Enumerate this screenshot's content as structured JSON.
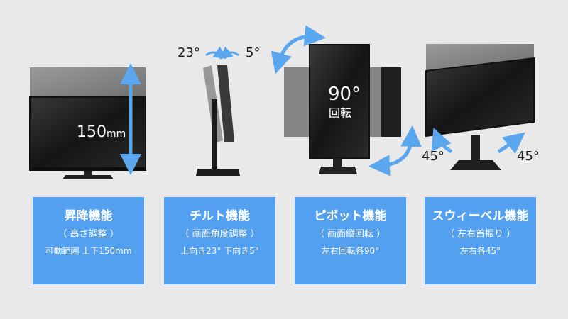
{
  "colors": {
    "background": "#e9e9e9",
    "card": "#54a0f0",
    "arrow": "#5aa7ef",
    "screen": "#1c1c1c"
  },
  "illustrations": {
    "height": {
      "value": "150",
      "unit": "mm"
    },
    "tilt": {
      "back": "23°",
      "forward": "5°"
    },
    "pivot": {
      "angle": "90°",
      "label": "回転"
    },
    "swivel": {
      "left": "45°",
      "right": "45°"
    }
  },
  "cards": [
    {
      "title": "昇降機能",
      "subtitle": "（ 高さ調整 ）",
      "detail": "可動範囲  上下150mm"
    },
    {
      "title": "チルト機能",
      "subtitle": "（ 画面角度調整 ）",
      "detail": "上向き23° 下向き5°"
    },
    {
      "title": "ピボット機能",
      "subtitle": "（ 画面縦回転 ）",
      "detail": "左右回転各90°"
    },
    {
      "title": "スウィーベル機能",
      "subtitle": "（ 左右首振り ）",
      "detail": "左右各45°"
    }
  ]
}
